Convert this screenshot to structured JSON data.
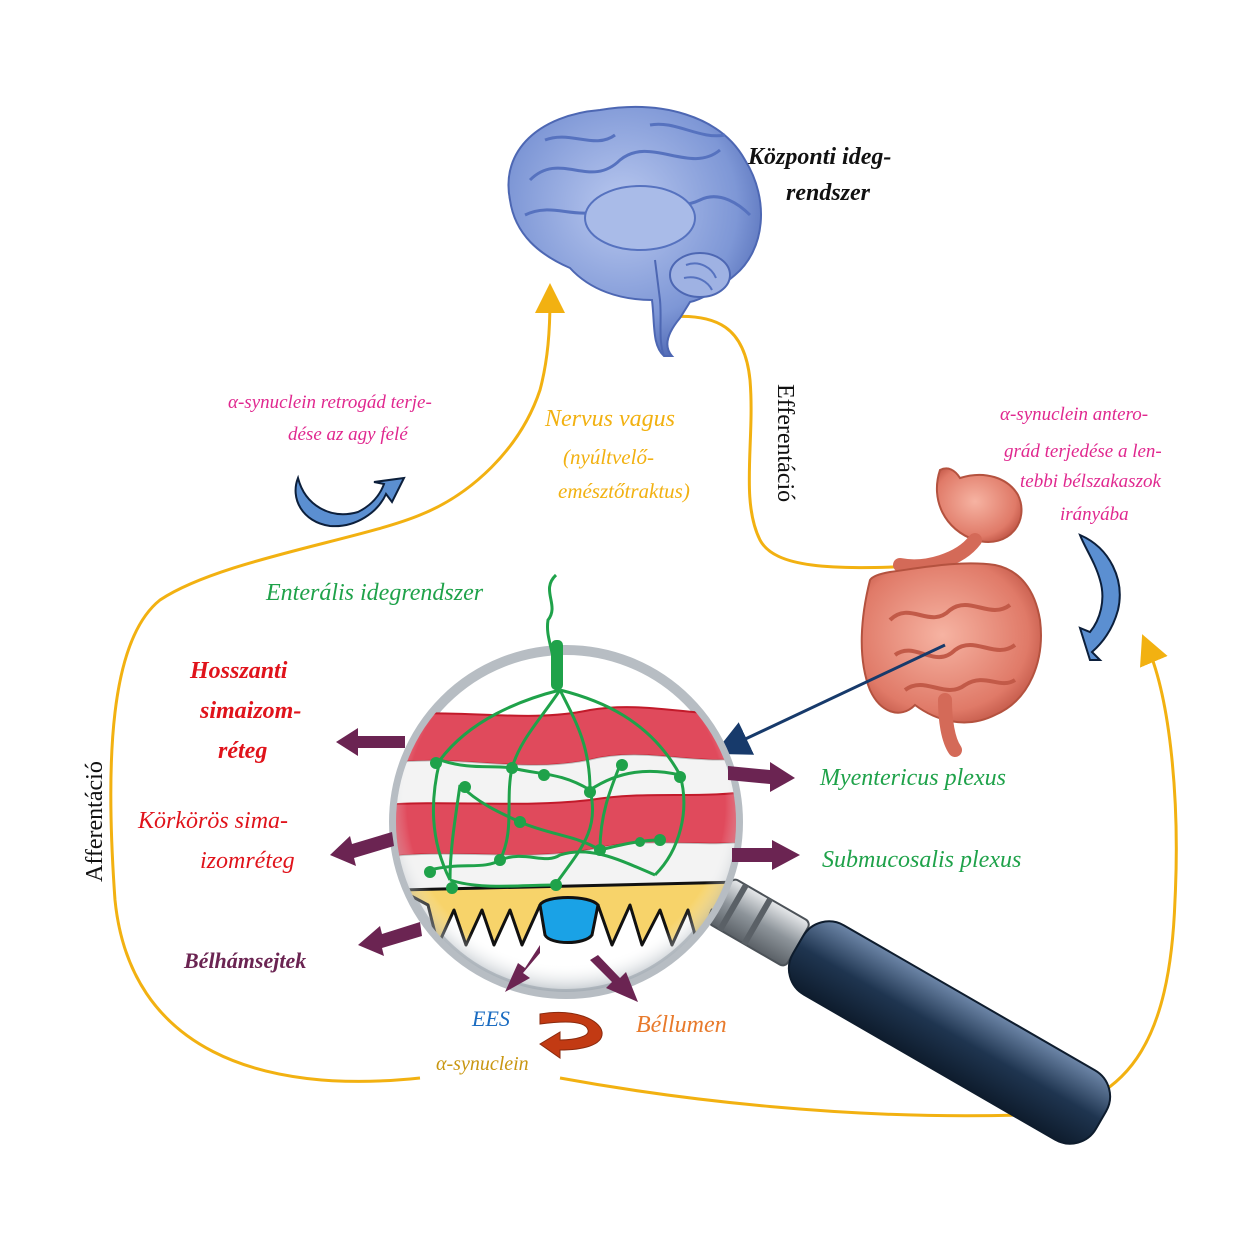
{
  "labels": {
    "cns_1": "Központi ideg-",
    "cns_2": "rendszer",
    "vagus_1": "Nervus vagus",
    "vagus_2": "(nyúltvelő-",
    "vagus_3": "emésztőtraktus)",
    "retro_1": "α-synuclein retrogád terje-",
    "retro_2": "dése az agy felé",
    "antero_1": "α-synuclein  antero-",
    "antero_2": "grád terjedése a len-",
    "antero_3": "tebbi bélszakaszok",
    "antero_4": "irányába",
    "efferent": "Efferentáció",
    "afferent": "Afferentáció",
    "ens": "Enterális idegrendszer",
    "long_1": "Hosszanti",
    "long_2": "simaizom-",
    "long_3": "réteg",
    "circ_1": "Körkörös sima-",
    "circ_2": "izomréteg",
    "epith": "Bélhámsejtek",
    "myent": "Myentericus plexus",
    "submuc": "Submucosalis plexus",
    "ees": "EES",
    "lumen": "Béllumen",
    "asyn": "α-synuclein"
  },
  "colors": {
    "black": "#111111",
    "pink": "#e0288f",
    "yellow": "#f2b111",
    "green": "#1fa24a",
    "red": "#e0131b",
    "purple": "#6b2452",
    "blue": "#1b6cc1",
    "orange": "#e87a2c",
    "gold": "#c99712",
    "navy": "#173a6b",
    "muscle": "#e04a5c",
    "epithelium": "#f7d36a",
    "ees_cell": "#1aa2e6",
    "brain": "#7e97d6",
    "gut": "#e88878",
    "loop_arrow": "#5b8fd1",
    "loop_arrow_small": "#c23a13"
  }
}
